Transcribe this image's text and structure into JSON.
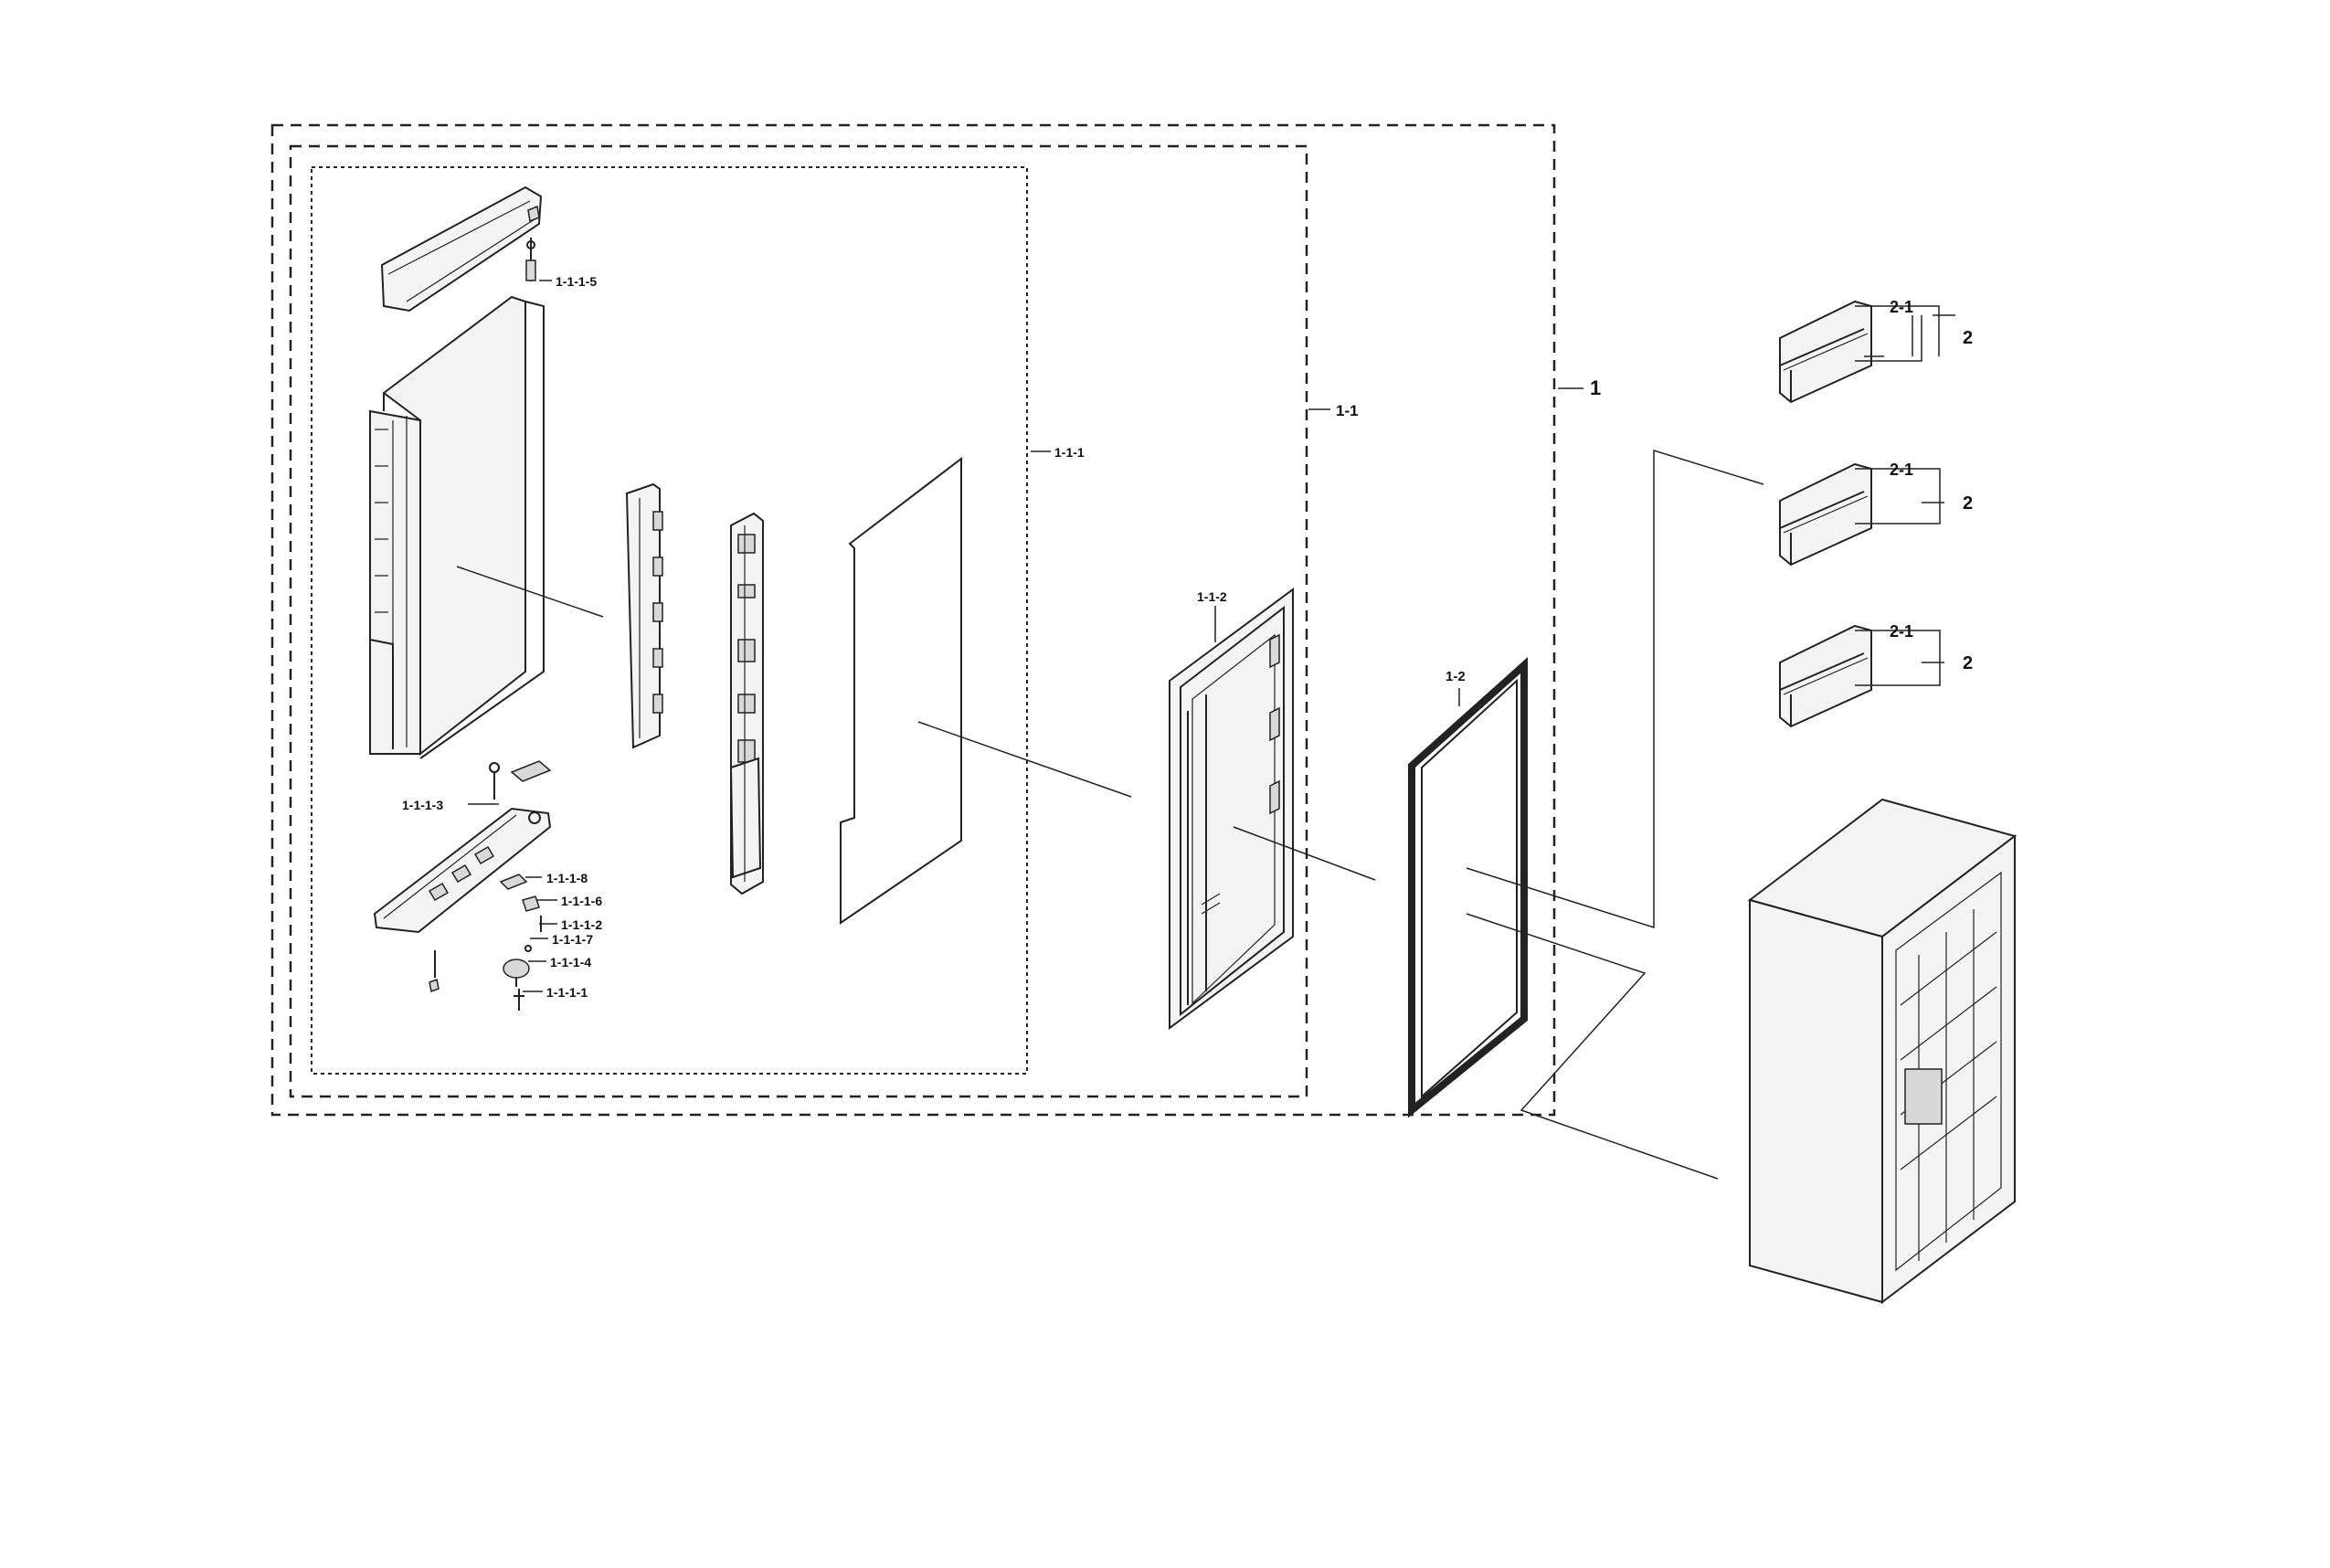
{
  "diagram": {
    "colors": {
      "line": "#222222",
      "background": "#ffffff"
    },
    "groups": [
      {
        "id": "g1",
        "label": "1"
      },
      {
        "id": "g1-1",
        "label": "1-1"
      },
      {
        "id": "g1-1-1",
        "label": "1-1-1"
      }
    ],
    "labels": {
      "p1": "1",
      "p1_1": "1-1",
      "p1_1_1": "1-1-1",
      "p1_1_1_1": "1-1-1-1",
      "p1_1_1_2": "1-1-1-2",
      "p1_1_1_3": "1-1-1-3",
      "p1_1_1_4": "1-1-1-4",
      "p1_1_1_5": "1-1-1-5",
      "p1_1_1_6": "1-1-1-6",
      "p1_1_1_7": "1-1-1-7",
      "p1_1_1_8": "1-1-1-8",
      "p1_1_2": "1-1-2",
      "p1_2": "1-2",
      "p2_1a": "2-1",
      "p2_1b": "2-1",
      "p2_1c": "2-1",
      "p2a": "2",
      "p2b": "2",
      "p2c": "2"
    }
  }
}
